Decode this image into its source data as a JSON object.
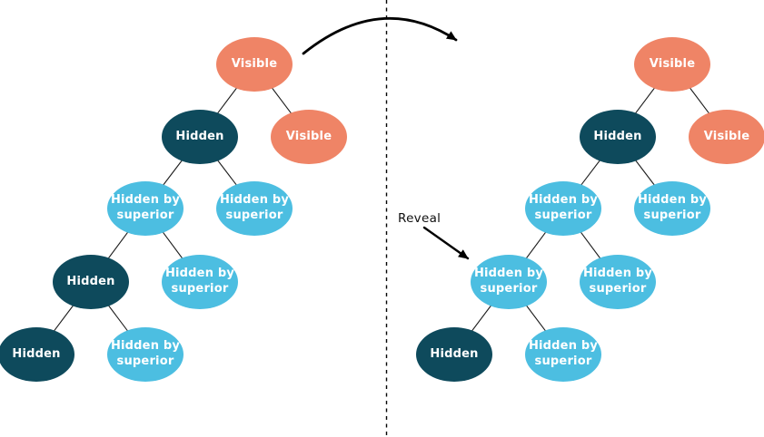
{
  "colors": {
    "visible": "#ef8466",
    "hidden": "#0e4a5c",
    "hidden_by_superior": "#4cbee1",
    "edge": "#1c1c1c",
    "arrow": "#000000",
    "node_text": "#ffffff",
    "annotation_text": "#111111"
  },
  "annotation": {
    "reveal_label": "Reveal"
  },
  "trees": {
    "left": {
      "name": "before-reveal",
      "nodes": [
        {
          "label": "Visible",
          "state": "visible"
        },
        {
          "label": "Hidden",
          "state": "hidden"
        },
        {
          "label": "Visible",
          "state": "visible"
        },
        {
          "label": "Hidden by\nsuperior",
          "state": "hidden-by-superior"
        },
        {
          "label": "Hidden by\nsuperior",
          "state": "hidden-by-superior"
        },
        {
          "label": "Hidden",
          "state": "hidden"
        },
        {
          "label": "Hidden by\nsuperior",
          "state": "hidden-by-superior"
        },
        {
          "label": "Hidden",
          "state": "hidden"
        },
        {
          "label": "Hidden by\nsuperior",
          "state": "hidden-by-superior"
        }
      ]
    },
    "right": {
      "name": "after-reveal",
      "nodes": [
        {
          "label": "Visible",
          "state": "visible"
        },
        {
          "label": "Hidden",
          "state": "hidden"
        },
        {
          "label": "Visible",
          "state": "visible"
        },
        {
          "label": "Hidden by\nsuperior",
          "state": "hidden-by-superior"
        },
        {
          "label": "Hidden by\nsuperior",
          "state": "hidden-by-superior"
        },
        {
          "label": "Hidden by\nsuperior",
          "state": "hidden-by-superior"
        },
        {
          "label": "Hidden by\nsuperior",
          "state": "hidden-by-superior"
        },
        {
          "label": "Hidden",
          "state": "hidden"
        },
        {
          "label": "Hidden by\nsuperior",
          "state": "hidden-by-superior"
        }
      ]
    }
  }
}
